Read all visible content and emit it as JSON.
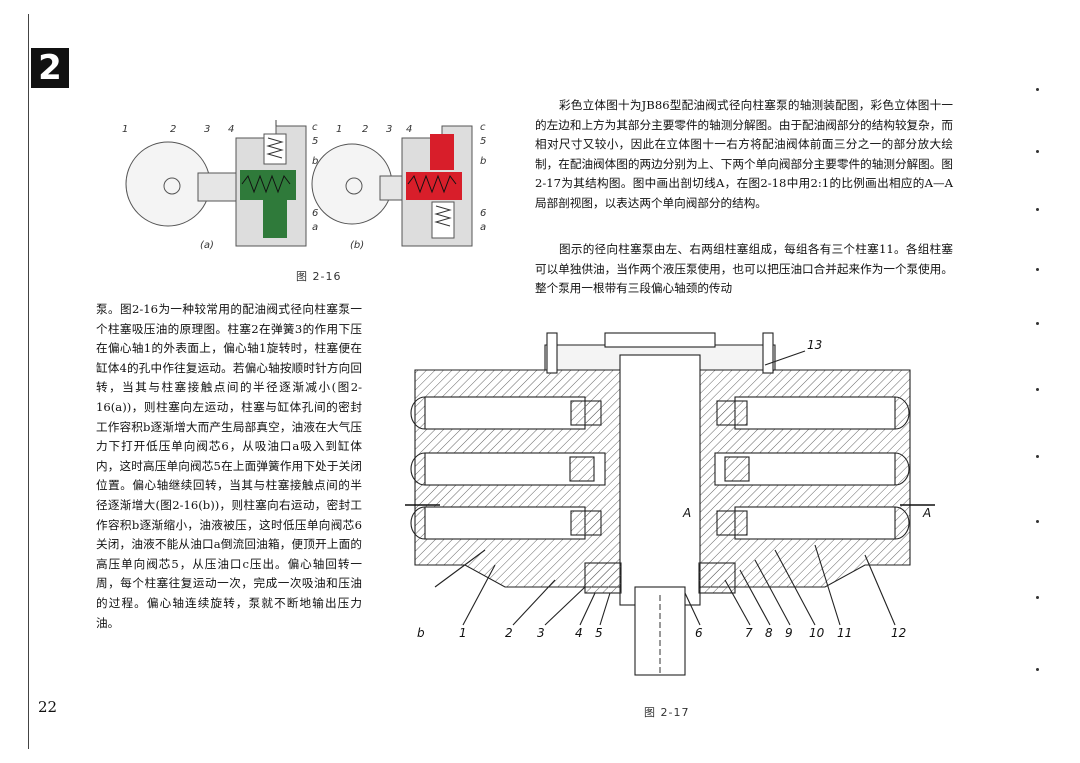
{
  "page": {
    "chapter_badge": "2",
    "page_number": "22"
  },
  "figure_2_16": {
    "caption": "图 2-16",
    "labels_a": [
      "1",
      "2",
      "3",
      "4",
      "c",
      "5",
      "b",
      "6",
      "a"
    ],
    "labels_b": [
      "1",
      "2",
      "3",
      "4",
      "c",
      "5",
      "b",
      "6",
      "a"
    ],
    "sub_a": "(a)",
    "sub_b": "(b)",
    "colors": {
      "a_fill": "#2f7a3a",
      "b_fill": "#d81e2a"
    }
  },
  "figure_2_17": {
    "caption": "图 2-17",
    "labels": [
      "13",
      "A",
      "A",
      "b",
      "1",
      "2",
      "3",
      "4",
      "5",
      "6",
      "7",
      "8",
      "9",
      "10",
      "11",
      "12"
    ]
  },
  "text": {
    "right_para_1": "彩色立体图十为JB86型配油阀式径向柱塞泵的轴测装配图，彩色立体图十一的左边和上方为其部分主要零件的轴测分解图。由于配油阀部分的结构较复杂，而相对尺寸又较小，因此在立体图十一右方将配油阀体前面三分之一的部分放大绘制，在配油阀体图的两边分别为上、下两个单向阀部分主要零件的轴测分解图。图2-17为其结构图。图中画出剖切线A，在图2-18中用2:1的比例画出相应的A—A局部剖视图，以表达两个单向阀部分的结构。",
    "right_para_2": "图示的径向柱塞泵由左、右两组柱塞组成，每组各有三个柱塞11。各组柱塞可以单独供油，当作两个液压泵使用，也可以把压油口合并起来作为一个泵使用。整个泵用一根带有三段偏心轴颈的传动",
    "left_para": "泵。图2-16为一种较常用的配油阀式径向柱塞泵一个柱塞吸压油的原理图。柱塞2在弹簧3的作用下压在偏心轴1的外表面上，偏心轴1旋转时，柱塞便在缸体4的孔中作往复运动。若偏心轴按顺时针方向回转，当其与柱塞接触点间的半径逐渐减小(图2-16(a))，则柱塞向左运动，柱塞与缸体孔间的密封工作容积b逐渐增大而产生局部真空，油液在大气压力下打开低压单向阀芯6，从吸油口a吸入到缸体内，这时高压单向阀芯5在上面弹簧作用下处于关闭位置。偏心轴继续回转，当其与柱塞接触点间的半径逐渐增大(图2-16(b))，则柱塞向右运动，密封工作容积b逐渐缩小，油液被压，这时低压单向阀芯6关闭，油液不能从油口a倒流回油箱，便顶开上面的高压单向阀芯5，从压油口c压出。偏心轴回转一周，每个柱塞往复运动一次，完成一次吸油和压油的过程。偏心轴连续旋转，泵就不断地输出压力油。"
  }
}
